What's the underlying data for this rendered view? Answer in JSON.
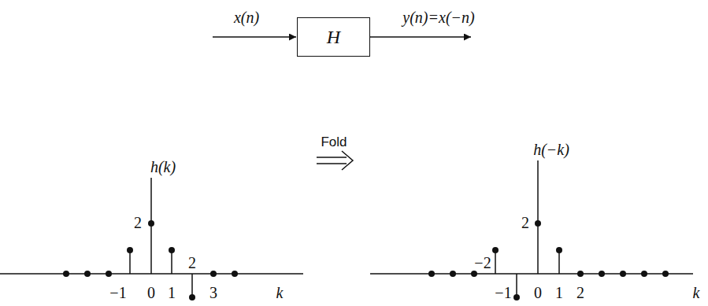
{
  "diagram": {
    "nodes": [
      {
        "text": [
          "H"
        ]
      }
    ],
    "labels": [
      "x(n)",
      "y(n)=x(−n)",
      "Fold",
      "h(k)",
      "2",
      "2",
      "−1",
      "0",
      "1",
      "3",
      "k",
      "h(−k)",
      "2",
      "−2",
      "−1",
      "0",
      "1",
      "2",
      "k"
    ]
  }
}
